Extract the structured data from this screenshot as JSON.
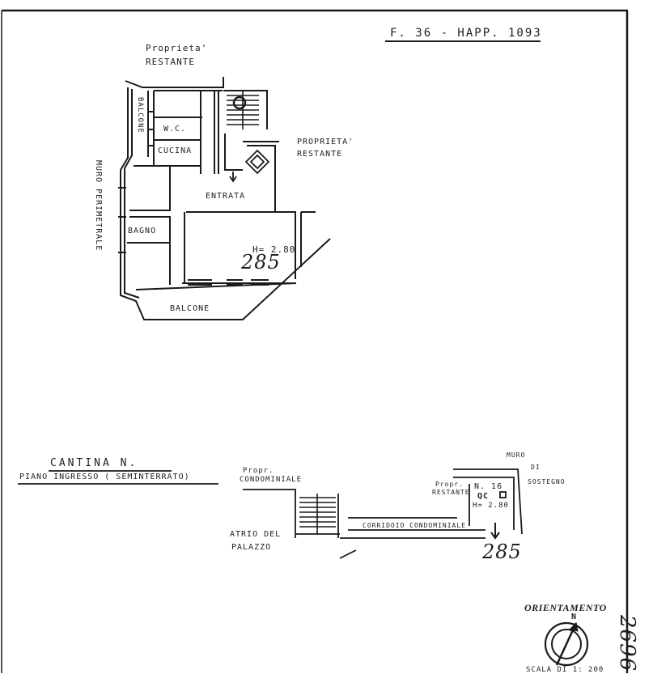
{
  "sheet": {
    "reference": "F. 36 - HAPP. 1093",
    "side_number": "2696"
  },
  "floor_plan": {
    "top_neighbor": [
      "Proprieta'",
      "RESTANTE"
    ],
    "right_neighbor": [
      "PROPRIETA'",
      "RESTANTE"
    ],
    "perimeter_wall": "MURO PERIMETRALE",
    "rooms": {
      "balcony_left": "BALCONE",
      "wc": "W.C.",
      "kitchen": "CUCINA",
      "entrance": "ENTRATA",
      "bathroom": "BAGNO",
      "balcony_bottom": "BALCONE"
    },
    "height": "H= 2.80",
    "handwritten_number": "285"
  },
  "cellar_plan": {
    "title": "CANTINA N.",
    "floor": "PIANO INGRESSO ( SEMINTERRATO)",
    "common_property": [
      "Propr.",
      "CONDOMINIALE"
    ],
    "atrium": [
      "ATRIO DEL",
      "PALAZZO"
    ],
    "wall": [
      "MURO",
      "DI",
      "SOSTEGNO"
    ],
    "other_property": [
      "Propr.",
      "RESTANTE"
    ],
    "unit": "N. 16",
    "unit_code": "QC",
    "height": "H= 2.80",
    "corridor": "CORRIDOIO CONDOMINIALE",
    "handwritten_number": "285"
  },
  "orientation": {
    "label": "ORIENTAMENTO",
    "north": "N",
    "scale": "SCALA DI 1: 200"
  }
}
